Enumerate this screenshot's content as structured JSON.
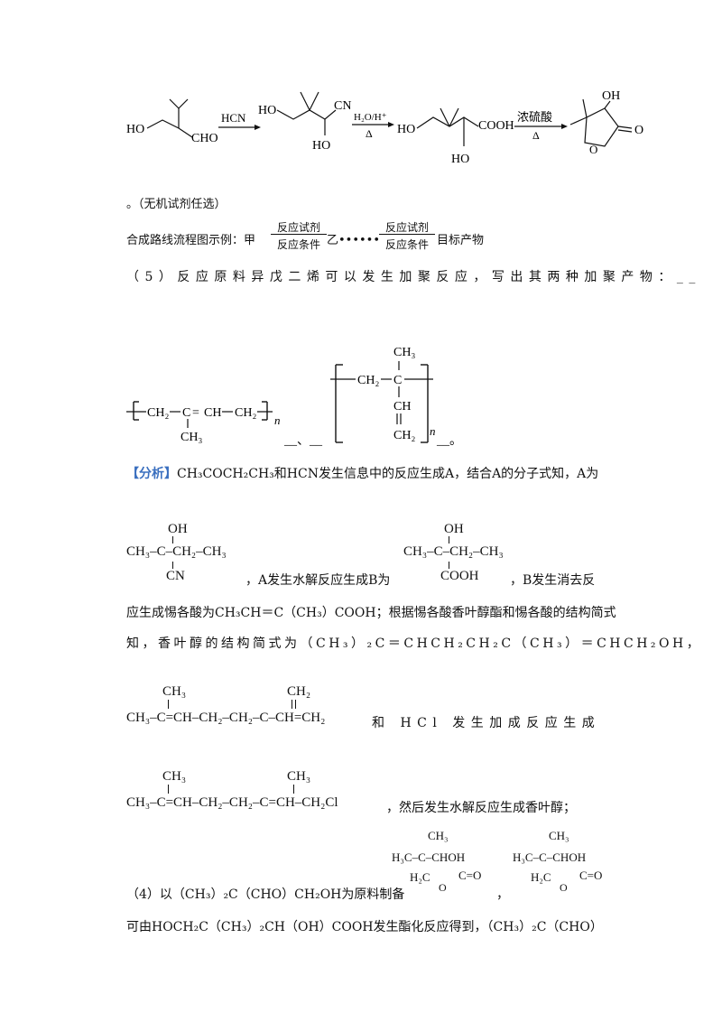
{
  "scheme": {
    "s1_ho": "HO",
    "s1_cho": "CHO",
    "r1": "HCN",
    "s2_ho": "HO",
    "s2_cn": "CN",
    "s2_oh": "HO",
    "r2": "H₂O/H⁺",
    "r2_below": "Δ",
    "s3_ho": "HO",
    "s3_cooh": "COOH",
    "s3_oh": "HO",
    "r3": "浓硫酸",
    "r3_below": "Δ",
    "s4_oh": "OH",
    "s4_o_ring": "O",
    "s4_o_keto": "O"
  },
  "line_reagent_note": "。（无机试剂任选）",
  "route_example": {
    "prefix": "合成路线流程图示例：甲",
    "reagent": "反应试剂",
    "condition": "反应条件",
    "mid": "乙••••••",
    "suffix": "目标产物"
  },
  "q5": "（5）反应原料异戊二烯可以发生加聚反应，写出其两种加聚产物：__",
  "poly": {
    "p1_ch2a": "CH₂",
    "p1_c": "C",
    "p1_eq": "=",
    "p1_ch": "CH",
    "p1_ch2b": "CH₂",
    "p1_ch3": "CH₃",
    "p1_n": "n",
    "sep": "__、__",
    "p2_ch3": "CH₃",
    "p2_ch2": "CH₂",
    "p2_c": "C",
    "p2_ch": "CH",
    "p2_ch2end": "CH₂",
    "p2_n": "n",
    "end": "__。"
  },
  "analysis": {
    "label": "【分析】",
    "text": "CH₃COCH₂CH₃和HCN发生信息中的反应生成A，结合A的分子式知，A为"
  },
  "structA": {
    "oh": "OH",
    "main": "CH₃–C–CH₂–CH₃",
    "cn": "CN"
  },
  "structB": {
    "oh": "OH",
    "main": "CH₃–C–CH₂–CH₃",
    "cooh": "COOH"
  },
  "textA_to_B": "，A发生水解反应生成B为",
  "textB_tail": "，B发生消去反",
  "para1": "应生成惕各酸为CH₃CH＝C（CH₃）COOH；根据惕各酸香叶醇酯和惕各酸的结构简式",
  "para2": "知，香叶醇的结构简式为（CH₃）₂C＝CHCH₂CH₂C（CH₃）＝CHCH₂OH，",
  "structC": {
    "ch3": "CH₃",
    "ch2": "CH₂",
    "main": "CH₃–C=CH–CH₂–CH₂–C–CH=CH₂",
    "tail": "和 HCl 发生加成反应生成"
  },
  "structD": {
    "ch3a": "CH₃",
    "ch3b": "CH₃",
    "main": "CH₃–C=CH–CH₂–CH₂–C=CH–CH₂Cl",
    "tail": "，然后发生水解反应生成香叶醇；"
  },
  "q4": {
    "text": "（4）以（CH₃）₂C（CHO）CH₂OH为原料制备",
    "ring_ch3": "CH₃",
    "ring_row1": "H₃C–C–CHOH",
    "ring_row2": "H₂C",
    "ring_co": "C=O",
    "ring_o": "O",
    "comma": "，"
  },
  "last_line": "可由HOCH₂C（CH₃）₂CH（OH）COOH发生酯化反应得到，（CH₃）₂C（CHO）"
}
